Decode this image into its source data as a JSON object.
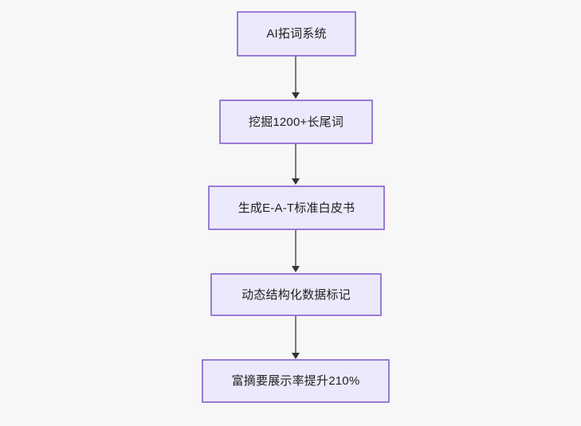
{
  "diagram": {
    "type": "flowchart",
    "direction": "top-to-bottom",
    "background_color": "#f7f7f7",
    "node_fill_color": "#ebe9fb",
    "node_border_color": "#9a7ad6",
    "node_text_color": "#1f2020",
    "edge_color": "#7a7a7a",
    "arrowhead_color": "#333333",
    "nodes": [
      {
        "id": "n1",
        "label": "AI拓词系统"
      },
      {
        "id": "n2",
        "label": "挖掘1200+长尾词"
      },
      {
        "id": "n3",
        "label": "生成E-A-T标准白皮书"
      },
      {
        "id": "n4",
        "label": "动态结构化数据标记"
      },
      {
        "id": "n5",
        "label": "富摘要展示率提升210%"
      }
    ],
    "edges": [
      {
        "from": "n1",
        "to": "n2"
      },
      {
        "from": "n2",
        "to": "n3"
      },
      {
        "from": "n3",
        "to": "n4"
      },
      {
        "from": "n4",
        "to": "n5"
      }
    ]
  }
}
